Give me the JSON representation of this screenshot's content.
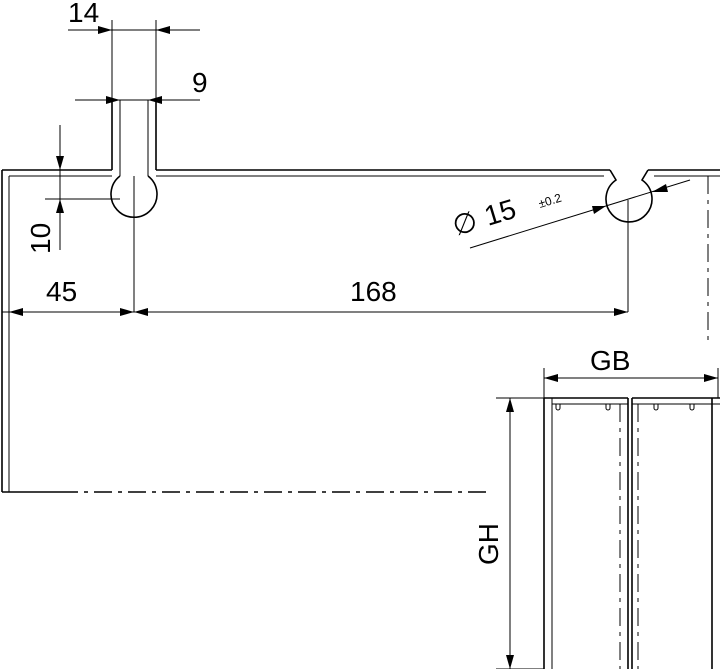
{
  "dimensions": {
    "d14": "14",
    "d9": "9",
    "d10": "10",
    "d45": "45",
    "d168": "168",
    "diameter_symbol": "∅",
    "d15": "15",
    "tol": "±0.2",
    "gb": "GB",
    "gh": "GH"
  },
  "colors": {
    "line": "#000000",
    "background": "#ffffff"
  }
}
